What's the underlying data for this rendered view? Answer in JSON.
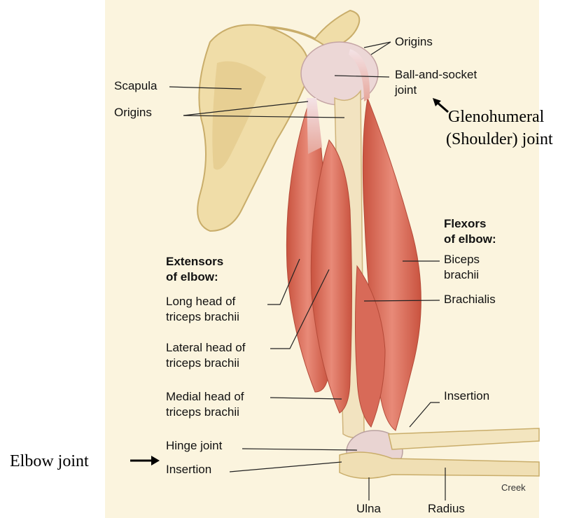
{
  "labels": {
    "origins_top": "Origins",
    "ball_socket_1": "Ball-and-socket",
    "ball_socket_2": "joint",
    "scapula": "Scapula",
    "origins_left": "Origins",
    "glenohumeral_1": "Glenohumeral",
    "glenohumeral_2": "(Shoulder) joint",
    "flexors_1": "Flexors",
    "flexors_2": "of elbow:",
    "biceps_1": "Biceps",
    "biceps_2": "brachii",
    "brachialis": "Brachialis",
    "extensors_1": "Extensors",
    "extensors_2": "of elbow:",
    "long_head_1": "Long head of",
    "long_head_2": "triceps brachii",
    "lateral_head_1": "Lateral head of",
    "lateral_head_2": "triceps brachii",
    "medial_head_1": "Medial head of",
    "medial_head_2": "triceps brachii",
    "insertion_right": "Insertion",
    "hinge_joint": "Hinge joint",
    "insertion_left": "Insertion",
    "elbow_joint": "Elbow joint",
    "credit": "Creek",
    "ulna": "Ulna",
    "radius": "Radius"
  },
  "colors": {
    "bone": "#f2e2b0",
    "bone_shade": "#d9c27e",
    "muscle": "#e0796a",
    "muscle_dark": "#c9533f",
    "tendon": "#f4e0df",
    "background_art": "#fbf3dc"
  }
}
